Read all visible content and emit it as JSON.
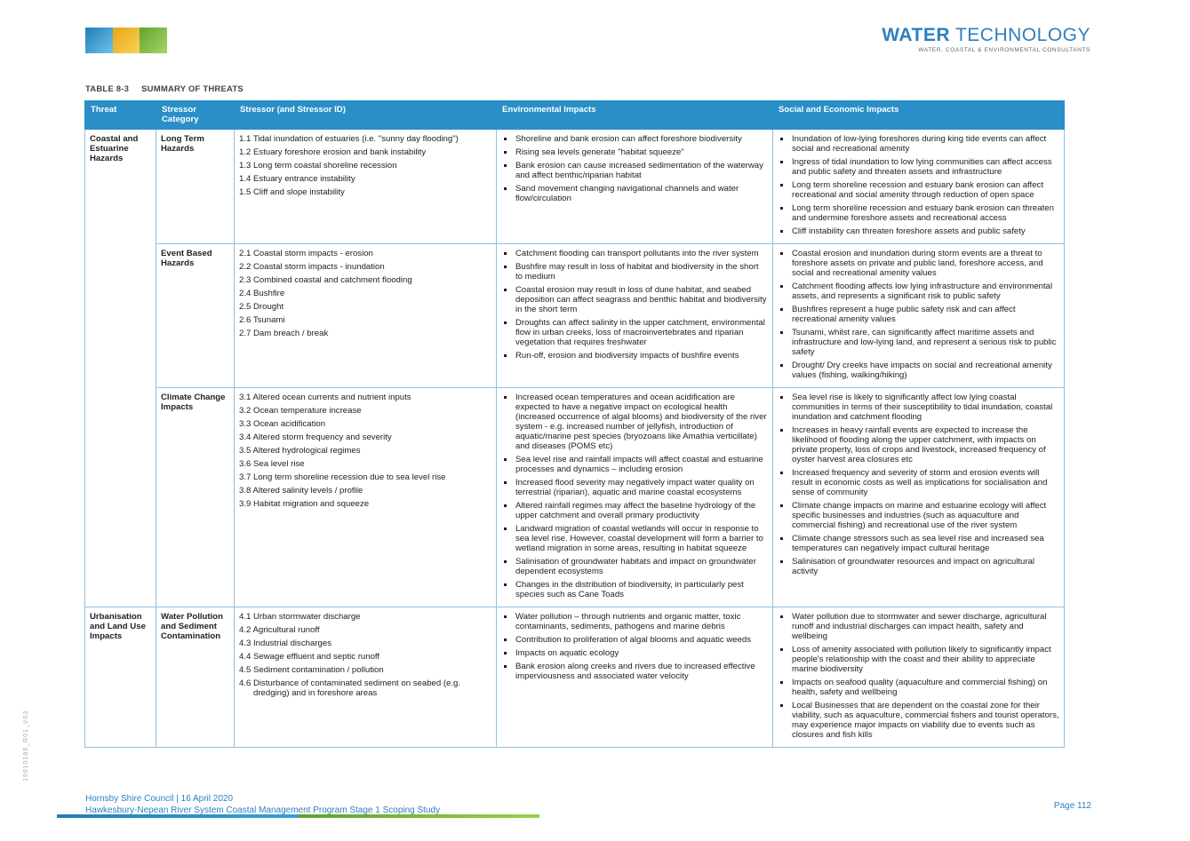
{
  "header": {
    "logo_colors": [
      "#3aa0d2",
      "#f2b51e",
      "#7fba3c"
    ],
    "brand_name_bold": "WATER",
    "brand_name_rest": " TECHNOLOGY",
    "brand_tagline": "WATER, COASTAL & ENVIRONMENTAL CONSULTANTS"
  },
  "table": {
    "caption_number": "TABLE 8-3",
    "caption_title": "SUMMARY OF THREATS",
    "headers": [
      "Threat",
      "Stressor Category",
      "Stressor (and Stressor ID)",
      "Environmental Impacts",
      "Social and Economic Impacts"
    ],
    "threat_1": "Coastal and Estuarine Hazards",
    "threat_2": "Urbanisation and Land Use Impacts",
    "rows": [
      {
        "category": "Long Term Hazards",
        "stressors": [
          "1.1 Tidal inundation of estuaries (i.e. \"sunny day flooding\")",
          "1.2 Estuary foreshore erosion and bank instability",
          "1.3 Long term coastal shoreline recession",
          "1.4 Estuary entrance instability",
          "1.5 Cliff and slope instability"
        ],
        "env": [
          "Shoreline and bank erosion can affect foreshore biodiversity",
          "Rising sea levels generate \"habitat squeeze\"",
          "Bank erosion can cause increased sedimentation of the waterway and affect benthic/riparian habitat",
          "Sand movement changing navigational channels and water flow/circulation"
        ],
        "social": [
          "Inundation of low-lying foreshores during king tide events can affect social and recreational amenity",
          "Ingress of tidal inundation to low lying communities can affect access and public safety and threaten assets and infrastructure",
          "Long term shoreline recession and estuary bank erosion can affect recreational and social amenity through reduction of open space",
          "Long term shoreline recession and estuary bank erosion can threaten and undermine foreshore assets and recreational access",
          "Cliff instability can threaten foreshore assets and public safety"
        ]
      },
      {
        "category": "Event Based Hazards",
        "stressors": [
          "2.1 Coastal storm impacts - erosion",
          "2.2 Coastal storm impacts - inundation",
          "2.3 Combined coastal and catchment flooding",
          "2.4 Bushfire",
          "2.5 Drought",
          "2.6 Tsunami",
          "2.7 Dam breach / break"
        ],
        "env": [
          "Catchment flooding can transport pollutants into the river system",
          "Bushfire may result in loss of habitat and biodiversity in the short to medium",
          "Coastal erosion may result in loss of dune habitat, and seabed deposition can affect seagrass and benthic habitat and biodiversity in the short term",
          "Droughts can affect salinity in the upper catchment, environmental flow in urban creeks, loss of macroinvertebrates and riparian vegetation that requires freshwater",
          "Run-off, erosion and biodiversity impacts of bushfire events"
        ],
        "social": [
          "Coastal erosion and inundation during storm events are a threat to foreshore assets on private and public land, foreshore access, and social and recreational amenity values",
          "Catchment flooding affects low lying infrastructure and environmental assets, and represents a significant risk to public safety",
          "Bushfires represent a huge public safety risk and can affect recreational amenity values",
          "Tsunami, whilst rare, can significantly affect maritime assets and infrastructure and low-lying land, and represent a serious risk to public safety",
          "Drought/ Dry creeks have impacts on social and recreational amenity values (fishing, walking/hiking)"
        ]
      },
      {
        "category": "Climate Change Impacts",
        "stressors": [
          "3.1 Altered ocean currents and nutrient inputs",
          "3.2 Ocean temperature increase",
          "3.3 Ocean acidification",
          "3.4 Altered storm frequency and severity",
          "3.5 Altered hydrological regimes",
          "3.6 Sea level rise",
          "3.7 Long term shoreline recession due to sea level rise",
          "3.8 Altered salinity levels / profile",
          "3.9 Habitat migration and squeeze"
        ],
        "env": [
          "Increased ocean temperatures and ocean acidification are expected to have a negative impact on ecological health (increased occurrence of algal blooms) and biodiversity of the river system - e.g. increased number of jellyfish, introduction of aquatic/marine pest species (bryozoans like Amathia verticillate) and diseases (POMS etc)",
          "Sea level rise and rainfall impacts will affect coastal and estuarine processes and dynamics – including erosion",
          "Increased flood severity may negatively impact water quality on terrestrial (riparian), aquatic and marine coastal ecosystems",
          "Altered rainfall regimes may affect the baseline hydrology of the upper catchment and overall primary productivity",
          "Landward migration of coastal wetlands will occur in response to sea level rise. However, coastal development will form a barrier to wetland migration in some areas, resulting in habitat squeeze",
          "Salinisation of groundwater habitats and impact on groundwater dependent ecosystems",
          "Changes in the distribution of biodiversity, in particularly pest species such as Cane Toads"
        ],
        "social": [
          "Sea level rise is likely to significantly affect low lying coastal communities in terms of their susceptibility to tidal inundation, coastal inundation and catchment flooding",
          "Increases in heavy rainfall events are expected to increase the likelihood of flooding along the upper catchment, with impacts on private property, loss of crops and livestock, increased frequency of oyster harvest area closures etc",
          "Increased frequency and severity of storm and erosion events will result in economic costs as well as implications for socialisation and sense of community",
          "Climate change impacts on marine and estuarine ecology will affect specific businesses and industries (such as aquaculture and commercial fishing) and recreational use of the river system",
          "Climate change stressors such as sea level rise and increased sea temperatures can negatively impact cultural heritage",
          "Salinisation of groundwater resources and impact on agricultural activity"
        ]
      },
      {
        "category": "Water Pollution and Sediment Contamination",
        "stressors": [
          "4.1 Urban stormwater discharge",
          "4.2 Agricultural runoff",
          "4.3 Industrial discharges",
          "4.4 Sewage effluent and septic runoff",
          "4.5 Sediment contamination / pollution",
          "4.6 Disturbance of contaminated sediment on seabed (e.g. dredging) and in foreshore areas"
        ],
        "env": [
          "Water pollution – through nutrients and organic matter, toxic contaminants, sediments, pathogens and marine debris",
          "Contribution to proliferation of algal blooms and aquatic weeds",
          "Impacts on aquatic ecology",
          "Bank erosion along creeks and rivers due to increased effective imperviousness and associated water velocity"
        ],
        "social": [
          "Water pollution due to stormwater and sewer discharge, agricultural runoff and industrial discharges can impact health, safety and wellbeing",
          "Loss of amenity associated with pollution likely to significantly impact people's relationship with the coast and their ability to appreciate marine biodiversity",
          "Impacts on seafood quality (aquaculture and commercial fishing) on health, safety and wellbeing",
          "Local Businesses that are dependent on the coastal zone for their viability, such as aquaculture, commercial fishers and tourist operators, may experience major impacts on viability due to events such as closures and fish kills"
        ]
      }
    ]
  },
  "side_code": "19010188_R01_V03",
  "footer": {
    "line1": "Hornsby Shire Council | 16 April 2020",
    "line2": "Hawkesbury-Nepean River System Coastal Management Program Stage 1 Scoping Study",
    "page": "Page 112",
    "bar_colors": [
      "#2a8fc8",
      "#7fba3c"
    ]
  }
}
